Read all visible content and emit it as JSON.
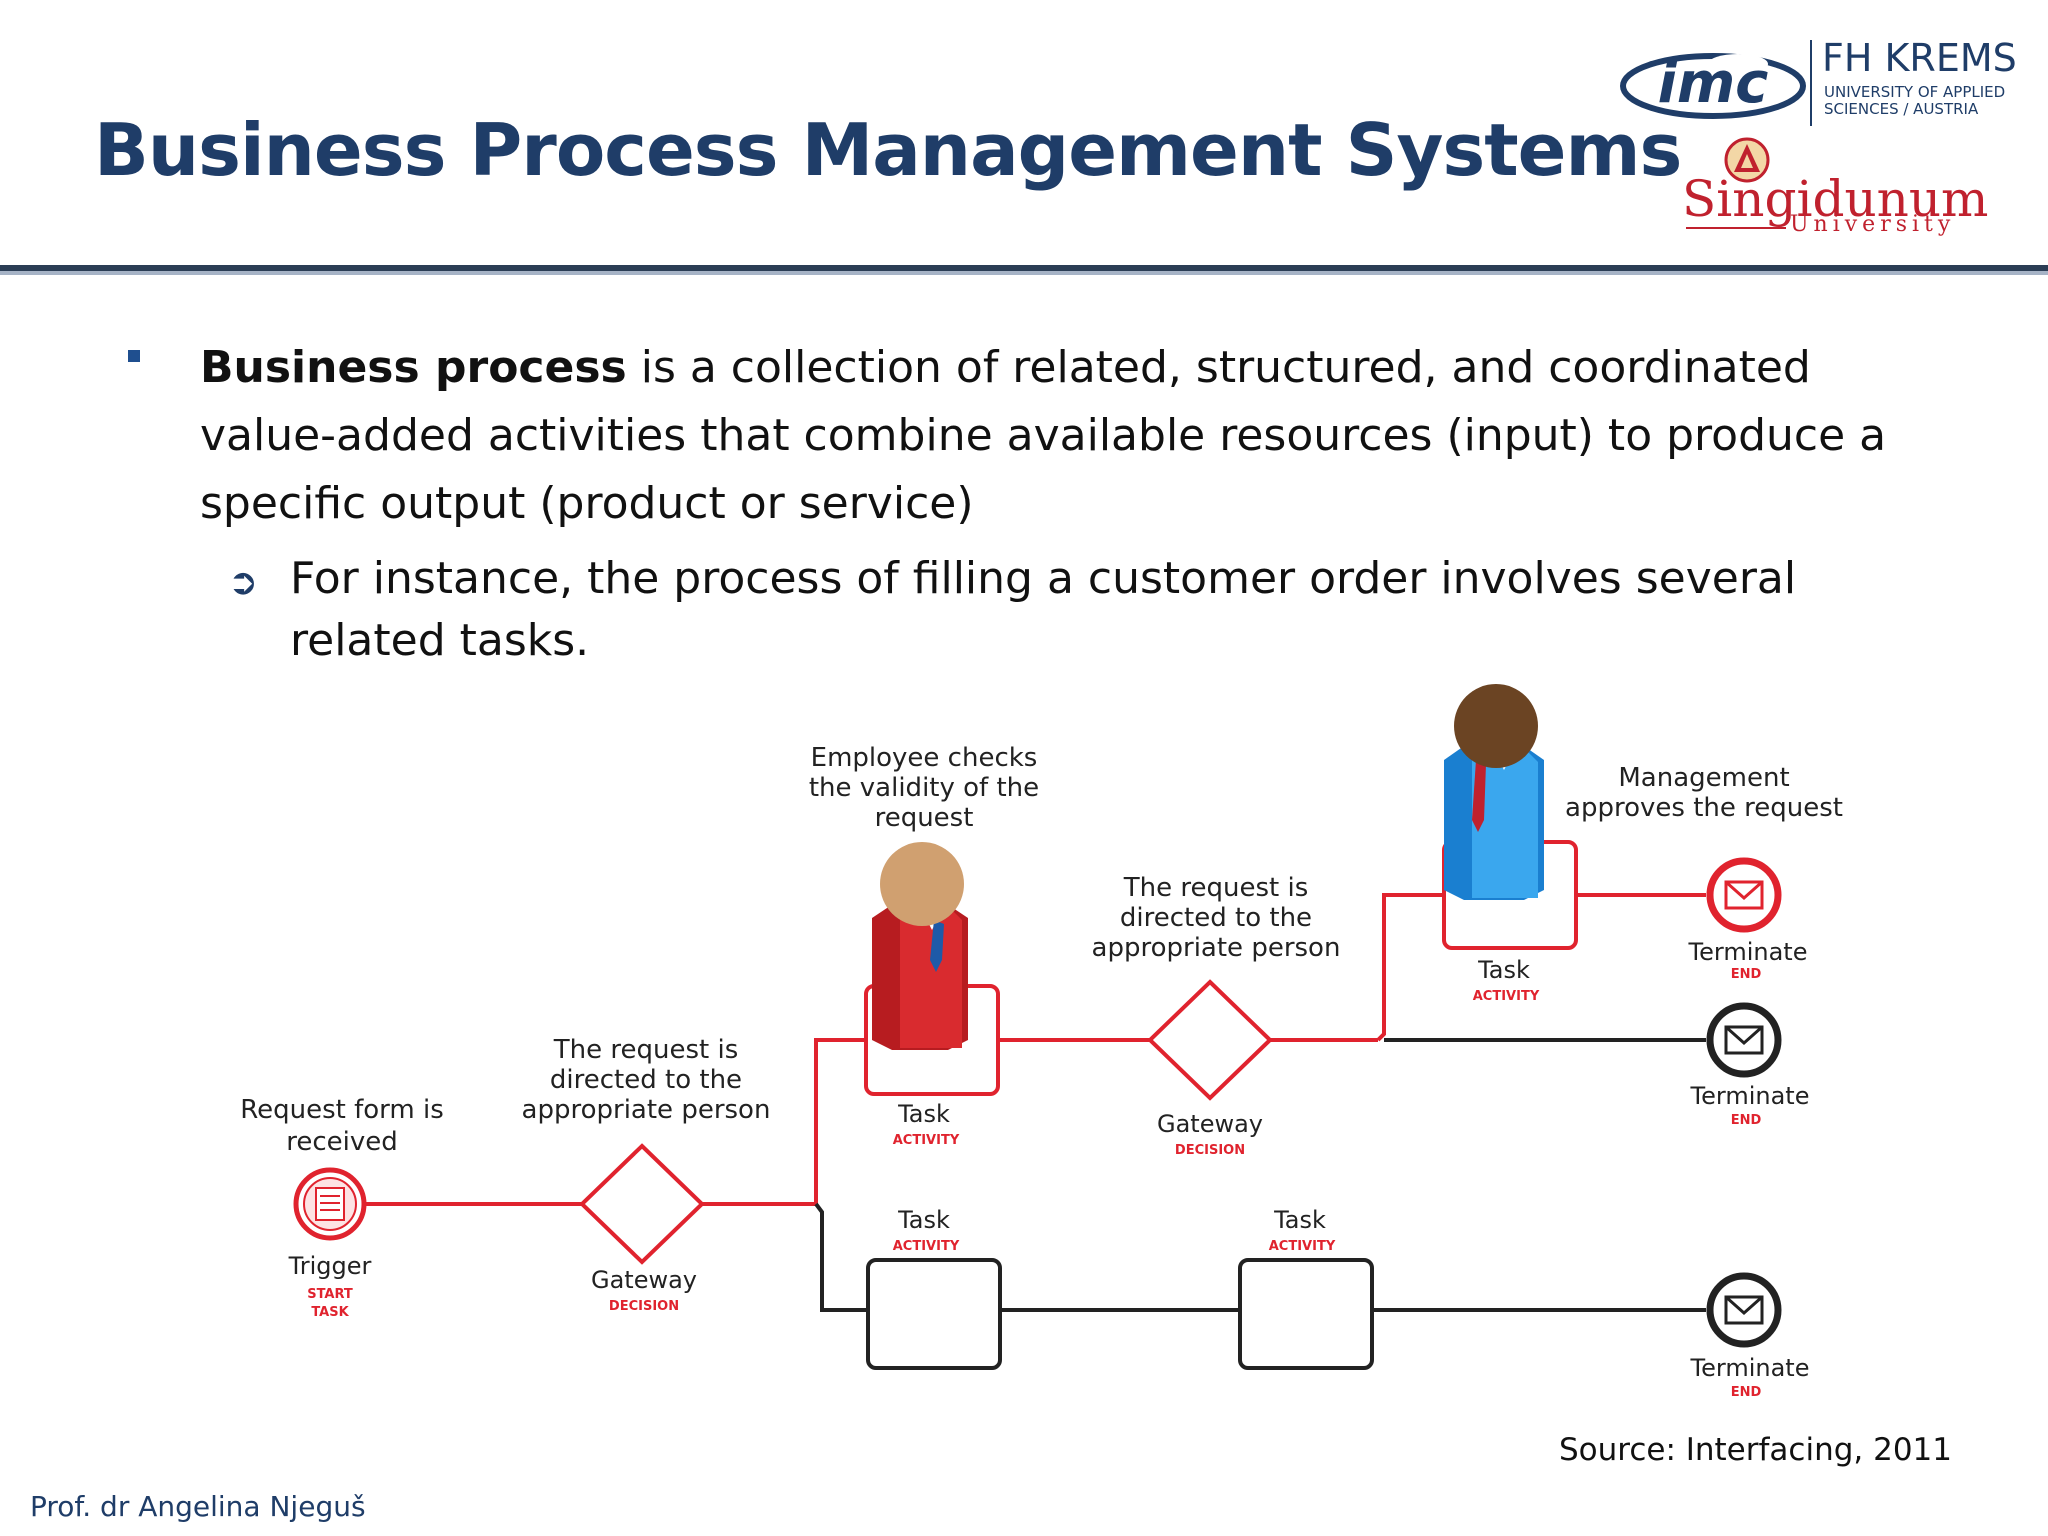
{
  "title": "Business Process Management Systems",
  "logos": {
    "imc": "imc",
    "fh_title": "FH KREMS",
    "fh_sub1": "UNIVERSITY OF APPLIED",
    "fh_sub2": "SCIENCES / AUSTRIA",
    "sing_main": "Singidunum",
    "sing_sub": "University"
  },
  "bullets": {
    "l1_bold": "Business process",
    "l1_rest": " is a collection of related, structured, and coordinated value-added activities that combine available resources (input) to produce a specific output (product or service)",
    "l2": "For instance, the process of filling a customer order involves several related tasks."
  },
  "diagram": {
    "trigger_caption_1": "Request form is",
    "trigger_caption_2": "received",
    "trigger_label": "Trigger",
    "trigger_sub_1": "START",
    "trigger_sub_2": "TASK",
    "gw1_caption_1": "The request is",
    "gw1_caption_2": "directed to the",
    "gw1_caption_3": "appropriate person",
    "gateway_label": "Gateway",
    "decision_label": "DECISION",
    "task_label": "Task",
    "activity_label": "ACTIVITY",
    "emp_caption_1": "Employee checks",
    "emp_caption_2": "the validity of the",
    "emp_caption_3": "request",
    "gw2_caption_1": "The request is",
    "gw2_caption_2": "directed to the",
    "gw2_caption_3": "appropriate person",
    "mgmt_caption_1": "Management",
    "mgmt_caption_2": "approves the request",
    "terminate_label": "Terminate",
    "end_label": "END"
  },
  "source": "Source: Interfacing, 2011",
  "author": "Prof. dr Angelina Njeguš",
  "colors": {
    "title": "#1f3d68",
    "accent_red": "#e0232e",
    "dark": "#222222"
  }
}
